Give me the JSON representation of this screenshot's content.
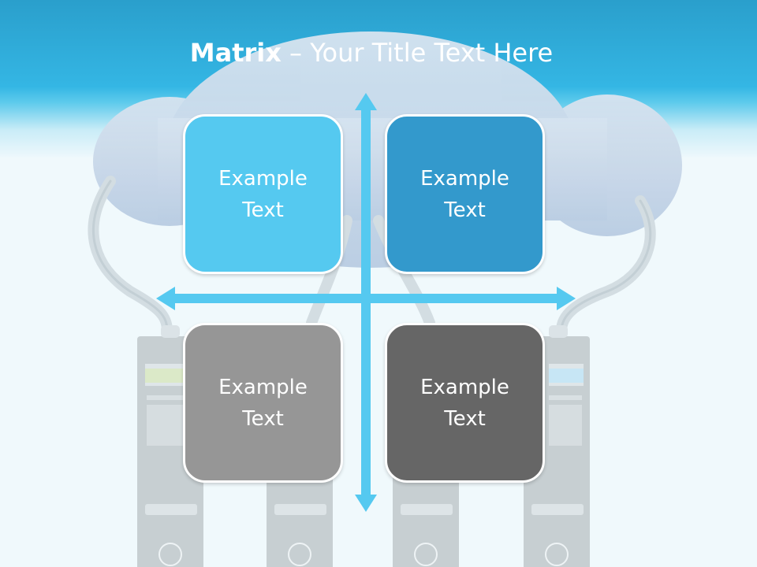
{
  "slide": {
    "title_bold": "Matrix",
    "title_rest": " – Your Title Text Here"
  },
  "tiles": [
    {
      "label": "Example\nText",
      "color": "#55c9f0"
    },
    {
      "label": "Example\nText",
      "color": "#3399cc"
    },
    {
      "label": "Example\nText",
      "color": "#969696"
    },
    {
      "label": "Example\nText",
      "color": "#666666"
    }
  ],
  "colors": {
    "header": "#34b6e4",
    "arrows": "#55c9f0",
    "cloud": "#c5d4e6",
    "server": "#c7cfd2"
  },
  "icons": [
    "cloud-icon",
    "server-icon",
    "double-arrow-icon"
  ]
}
